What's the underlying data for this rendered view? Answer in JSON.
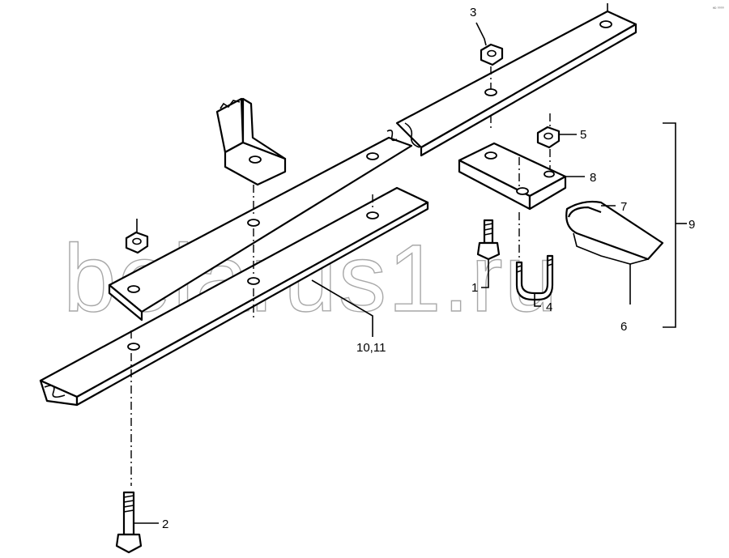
{
  "diagram": {
    "watermark": "belarus1.ru",
    "corner_code": "ᴴᴰ ⁰⁰⁰⁰",
    "callouts": {
      "c1": "1",
      "c2": "2",
      "c3": "3",
      "c4": "4",
      "c5": "5",
      "c6": "6",
      "c7": "7",
      "c8": "8",
      "c9": "9",
      "c10": "10,11"
    }
  }
}
